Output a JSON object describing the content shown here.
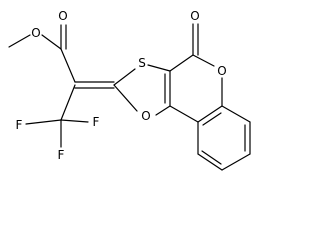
{
  "structure": {
    "atom_labels": {
      "ester_carbonyl_oxygen": "O",
      "ester_ether_oxygen": "O",
      "fluorine_left": "F",
      "fluorine_middle": "F",
      "fluorine_bottom": "F",
      "ring_sulfur": "S",
      "lactone_carbonyl_oxygen": "O",
      "lactone_ring_oxygen": "O",
      "dioxole_ring_oxygen": "O"
    }
  }
}
